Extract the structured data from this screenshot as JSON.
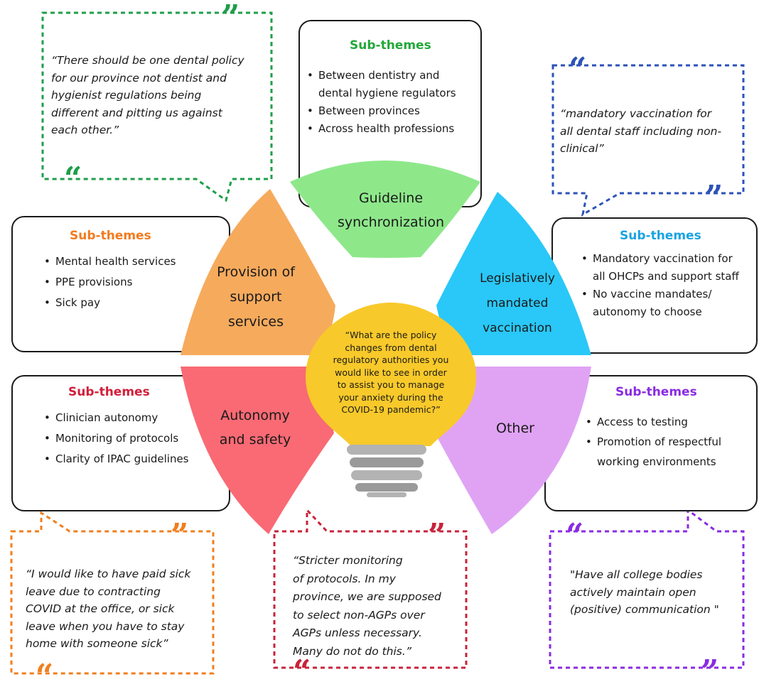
{
  "central_question": "“What are the policy changes from dental regulatory authorities you would like to see in order to assist you to manage your anxiety during the COVID-19 pandemic?”",
  "central_question_lines": [
    "“What are the policy",
    "changes from dental",
    "regulatory authorities you",
    "would like to see in order",
    "to assist you to manage",
    "your anxiety during the",
    "COVID-19 pandemic?”"
  ],
  "themes": {
    "guideline": {
      "label_lines": [
        "Guideline",
        "synchronization"
      ],
      "color": "#8ee88a",
      "subthemes_title": "Sub-themes",
      "title_color": "#23a83a",
      "subthemes": [
        "Between dentistry and",
        "dental hygiene regulators",
        "Between provinces",
        "Across health professions"
      ],
      "quote_lines": [
        "“There should be one dental policy",
        "for our province not dentist and",
        "hygienist regulations being",
        "different and pitting us against",
        "each other.”"
      ],
      "quote_color": "#1e9e4a"
    },
    "vaccination": {
      "label_lines": [
        "Legislatively",
        "mandated",
        "vaccination"
      ],
      "color": "#29c8f8",
      "subthemes_title": "Sub-themes",
      "title_color": "#1aa3e0",
      "subthemes": [
        "Mandatory vaccination for",
        "all OHCPs and support staff",
        "No vaccine mandates/",
        "autonomy to choose"
      ],
      "quote_lines": [
        "“mandatory vaccination for",
        "all dental staff including non-",
        "clinical”"
      ],
      "quote_color": "#2c52b8"
    },
    "support": {
      "label_lines": [
        "Provision of",
        "support",
        "services"
      ],
      "color": "#f6aa5c",
      "subthemes_title": "Sub-themes",
      "title_color": "#f27b1f",
      "subthemes": [
        "Mental health services",
        "PPE provisions",
        "Sick pay"
      ],
      "quote_lines": [
        "“I would like to have paid sick",
        "leave due to contracting",
        "COVID at the office, or sick",
        "leave when you have to stay",
        "home with someone sick”"
      ],
      "quote_color": "#f07f1e"
    },
    "autonomy": {
      "label_lines": [
        "Autonomy",
        "and safety"
      ],
      "color": "#f96a74",
      "subthemes_title": "Sub-themes",
      "title_color": "#d21e3a",
      "subthemes": [
        "Clinician autonomy",
        "Monitoring of protocols",
        "Clarity of IPAC guidelines"
      ],
      "quote_lines": [
        "“Stricter monitoring",
        "of protocols. In my",
        "province, we are supposed",
        "to select non-AGPs over",
        "AGPs unless necessary.",
        "Many do not do this.”"
      ],
      "quote_color": "#c8233a"
    },
    "other": {
      "label_lines": [
        "Other"
      ],
      "color": "#e0a3f4",
      "subthemes_title": "Sub-themes",
      "title_color": "#8a2be2",
      "subthemes": [
        "Access to testing",
        "Promotion of respectful",
        "working environments"
      ],
      "quote_lines": [
        "\"Have all college bodies",
        "actively maintain open",
        "(positive) communication \""
      ],
      "quote_color": "#8a2be2"
    }
  },
  "bulb": {
    "body_color": "#f8c92a",
    "base_color": "#b3b3b3"
  }
}
